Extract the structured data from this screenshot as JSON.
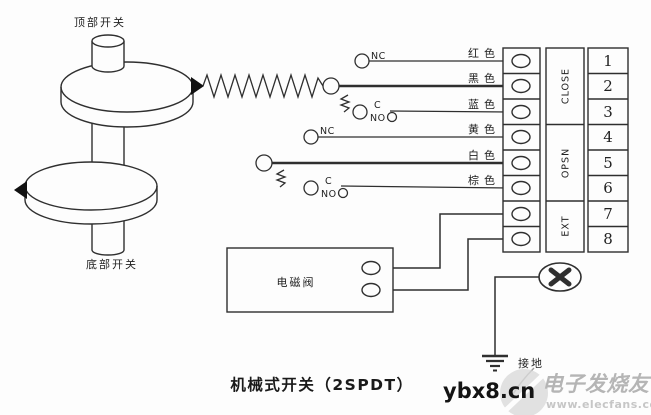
{
  "title": "机械式开关（2SPDT）",
  "assembly": {
    "top_switch_label": "顶部开关",
    "bottom_switch_label": "底部开关"
  },
  "contacts": {
    "top": {
      "nc": "NC",
      "c": "C",
      "no": "NO"
    },
    "bottom": {
      "nc": "NC",
      "c": "C",
      "no": "NO"
    }
  },
  "wire_labels": [
    "红色",
    "黑色",
    "蓝色",
    "黄色",
    "白色",
    "棕色"
  ],
  "terminal_block": {
    "groups": [
      "CLOSE",
      "OPSN",
      "EXT"
    ],
    "numbers": [
      "1",
      "2",
      "3",
      "4",
      "5",
      "6",
      "7",
      "8"
    ]
  },
  "solenoid_label": "电磁阀",
  "ground_label": "接地",
  "watermark": {
    "site": "ybx8.cn",
    "brand": "电子发烧友",
    "url": "www.elecfans.com"
  },
  "colors": {
    "line": "#2f2f2f",
    "cam_black": "#111111",
    "watermark_gray": "#b5b5b5",
    "watermark_circle": "#d9d9d9",
    "background": "#fdfdfd"
  }
}
